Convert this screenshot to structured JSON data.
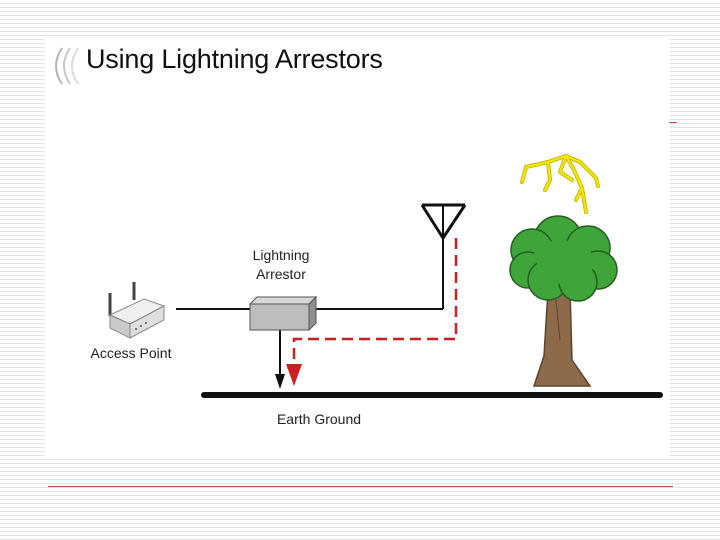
{
  "slide": {
    "title": "Using Lightning Arrestors"
  },
  "diagram": {
    "labels": {
      "arrestor_line1": "Lightning",
      "arrestor_line2": "Arrestor",
      "access_point": "Access Point",
      "ground": "Earth Ground"
    },
    "colors": {
      "surge_path": "#cc1f1f",
      "lightning_bolt": "#f5e800",
      "foliage": "#3fa53a",
      "trunk": "#8c6a4a",
      "accent_rule": "#c0504d"
    }
  }
}
